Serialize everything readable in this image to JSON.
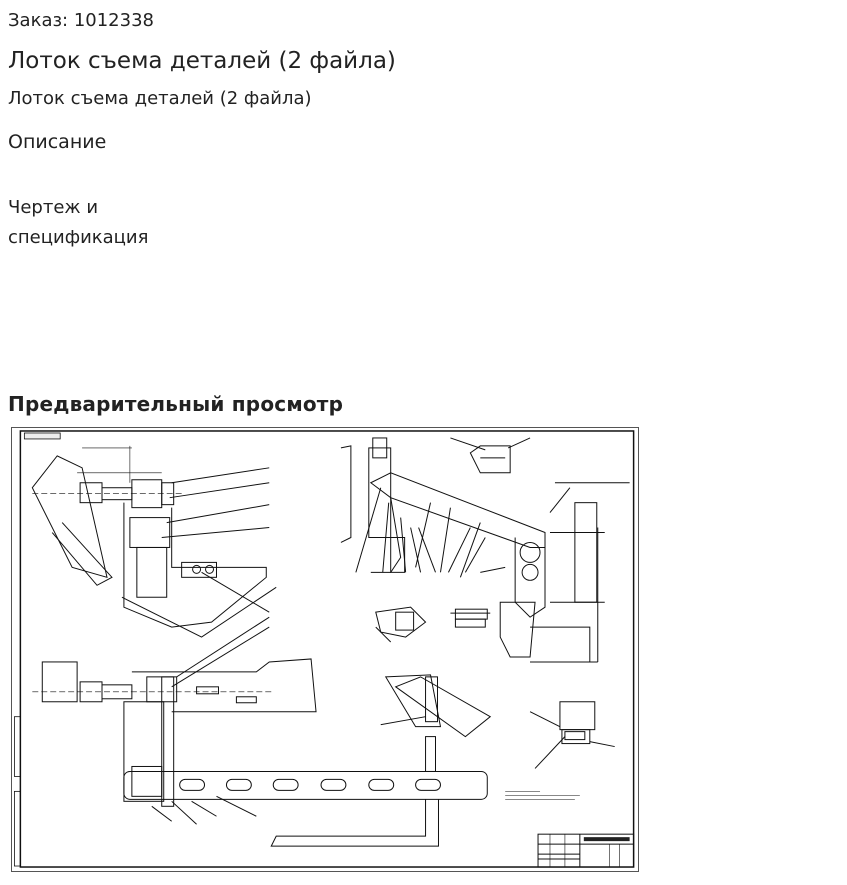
{
  "order": {
    "label": "Заказ: 1012338"
  },
  "product": {
    "title": "Лоток съема деталей (2 файла)",
    "subtitle": "Лоток съема деталей (2 файла)"
  },
  "description": {
    "heading": "Описание",
    "line1": "Чертеж и",
    "line2": "спецификация"
  },
  "preview": {
    "heading": "Предварительный просмотр"
  }
}
